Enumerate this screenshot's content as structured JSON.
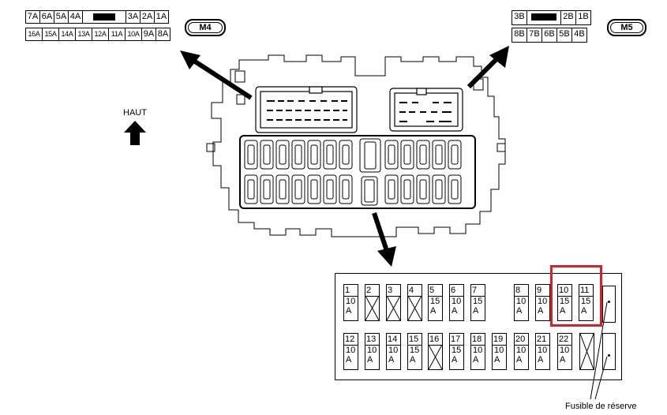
{
  "connector_m4": {
    "name": "M4",
    "top_pins": [
      "7A",
      "6A",
      "5A",
      "4A",
      "",
      "3A",
      "2A",
      "1A"
    ],
    "bottom_pins": [
      "16A",
      "15A",
      "14A",
      "13A",
      "12A",
      "11A",
      "10A",
      "9A",
      "8A"
    ]
  },
  "connector_m5": {
    "name": "M5",
    "top_pins": [
      "3B",
      "",
      "2B",
      "1B"
    ],
    "bottom_pins": [
      "8B",
      "7B",
      "6B",
      "5B",
      "4B"
    ]
  },
  "direction_label": "HAUT",
  "fuses_top": [
    {
      "num": "1",
      "amp": "10",
      "unit": "A"
    },
    {
      "num": "2",
      "amp": "",
      "unit": ""
    },
    {
      "num": "3",
      "amp": "",
      "unit": ""
    },
    {
      "num": "4",
      "amp": "",
      "unit": ""
    },
    {
      "num": "5",
      "amp": "15",
      "unit": "A"
    },
    {
      "num": "6",
      "amp": "10",
      "unit": "A"
    },
    {
      "num": "7",
      "amp": "15",
      "unit": "A"
    },
    {
      "num": "8",
      "amp": "10",
      "unit": "A"
    },
    {
      "num": "9",
      "amp": "10",
      "unit": "A"
    },
    {
      "num": "10",
      "amp": "15",
      "unit": "A"
    },
    {
      "num": "11",
      "amp": "15",
      "unit": "A"
    }
  ],
  "fuses_bottom": [
    {
      "num": "12",
      "amp": "10",
      "unit": "A"
    },
    {
      "num": "13",
      "amp": "10",
      "unit": "A"
    },
    {
      "num": "14",
      "amp": "10",
      "unit": "A"
    },
    {
      "num": "15",
      "amp": "15",
      "unit": "A"
    },
    {
      "num": "16",
      "amp": "",
      "unit": ""
    },
    {
      "num": "17",
      "amp": "15",
      "unit": "A"
    },
    {
      "num": "18",
      "amp": "10",
      "unit": "A"
    },
    {
      "num": "19",
      "amp": "10",
      "unit": "A"
    },
    {
      "num": "20",
      "amp": "10",
      "unit": "A"
    },
    {
      "num": "21",
      "amp": "10",
      "unit": "A"
    },
    {
      "num": "22",
      "amp": "10",
      "unit": "A"
    }
  ],
  "spare_label": "Fusible de réserve",
  "highlight_color": "#d9202a"
}
